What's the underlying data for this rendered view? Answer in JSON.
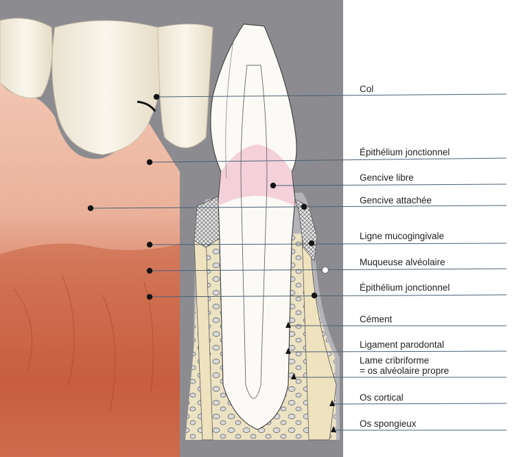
{
  "labels": {
    "col": "Col",
    "epithelium_1": "Épithélium jonctionnel",
    "gencive_libre": "Gencive libre",
    "gencive_attachee": "Gencive attachée",
    "ligne_mucogingivale": "Ligne mucogingivale",
    "muqueuse_alveolaire": "Muqueuse alvéolaire",
    "epithelium_2": "Épithélium jonctionnel",
    "cement": "Cément",
    "ligament": "Ligament parodontal",
    "lame_line1": "Lame cribriforme",
    "lame_line2": "= os alvéolaire propre",
    "os_cortical": "Os cortical",
    "os_spongieux": "Os spongieux"
  },
  "colors": {
    "background_gray": "#8c8c90",
    "gum_pink": "#e6a48e",
    "mucosa_red": "#c65a3c",
    "tooth": "#f4efe2",
    "bone": "#efe2bf",
    "leader_line": "#4a5f72"
  }
}
